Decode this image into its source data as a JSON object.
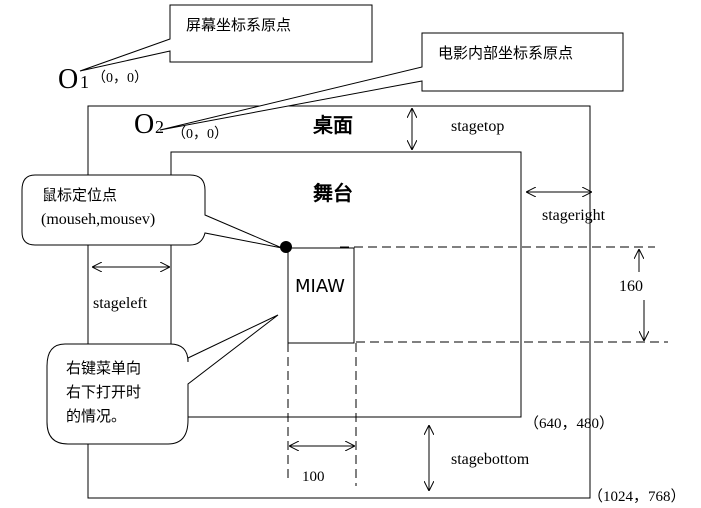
{
  "callouts": {
    "screen_origin": "屏幕坐标系原点",
    "movie_origin": "电影内部坐标系原点",
    "mouse_point_line1": "鼠标定位点",
    "mouse_point_line2": "(mouseh,mousev)",
    "menu_line1": "右键菜单向",
    "menu_line2": "右下打开时",
    "menu_line3": "的情况。"
  },
  "origins": {
    "o1_letter": "O",
    "o1_sub": "1",
    "o1_coord": "（0，0）",
    "o2_letter": "O",
    "o2_sub": "2",
    "o2_coord": "（0，0）"
  },
  "regions": {
    "desktop": "桌面",
    "stage": "舞台",
    "miaw": "MIAW"
  },
  "dimensions": {
    "stagetop": "stagetop",
    "stageleft": "stageleft",
    "stageright": "stageright",
    "stagebottom": "stagebottom",
    "height_value": "160",
    "width_value": "100"
  },
  "corners": {
    "stage_corner": "（640，480）",
    "desktop_corner": "（1024，768）"
  }
}
